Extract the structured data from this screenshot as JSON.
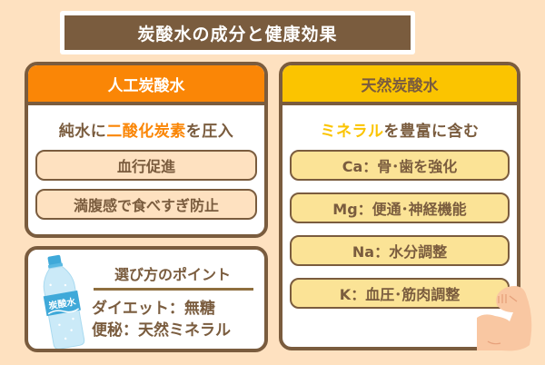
{
  "title": "炭酸水の成分と健康効果",
  "artificial": {
    "header": "人工炭酸水",
    "lead_prefix": "純水に",
    "lead_highlight": "二酸化炭素",
    "lead_suffix": "を圧入",
    "benefits": [
      "血行促進",
      "満腹感で食べすぎ防止"
    ]
  },
  "natural": {
    "header": "天然炭酸水",
    "lead_highlight": "ミネラル",
    "lead_suffix": "を豊富に含む",
    "minerals": [
      "Ca：骨･歯を強化",
      "Mg：便通･神経機能",
      "Na：水分調整",
      "K：血圧･筋肉調整"
    ]
  },
  "tips": {
    "title": "選び方のポイント",
    "lines": [
      "ダイエット：無糖",
      "便秘：天然ミネラル"
    ],
    "bottle_label": "炭酸水"
  },
  "colors": {
    "background": "#FEE1C0",
    "brown": "#7A5C3E",
    "orange": "#FA8606",
    "yellow": "#FBC400",
    "pill_orange": "#FEE1C0",
    "pill_yellow": "#FBE396"
  }
}
